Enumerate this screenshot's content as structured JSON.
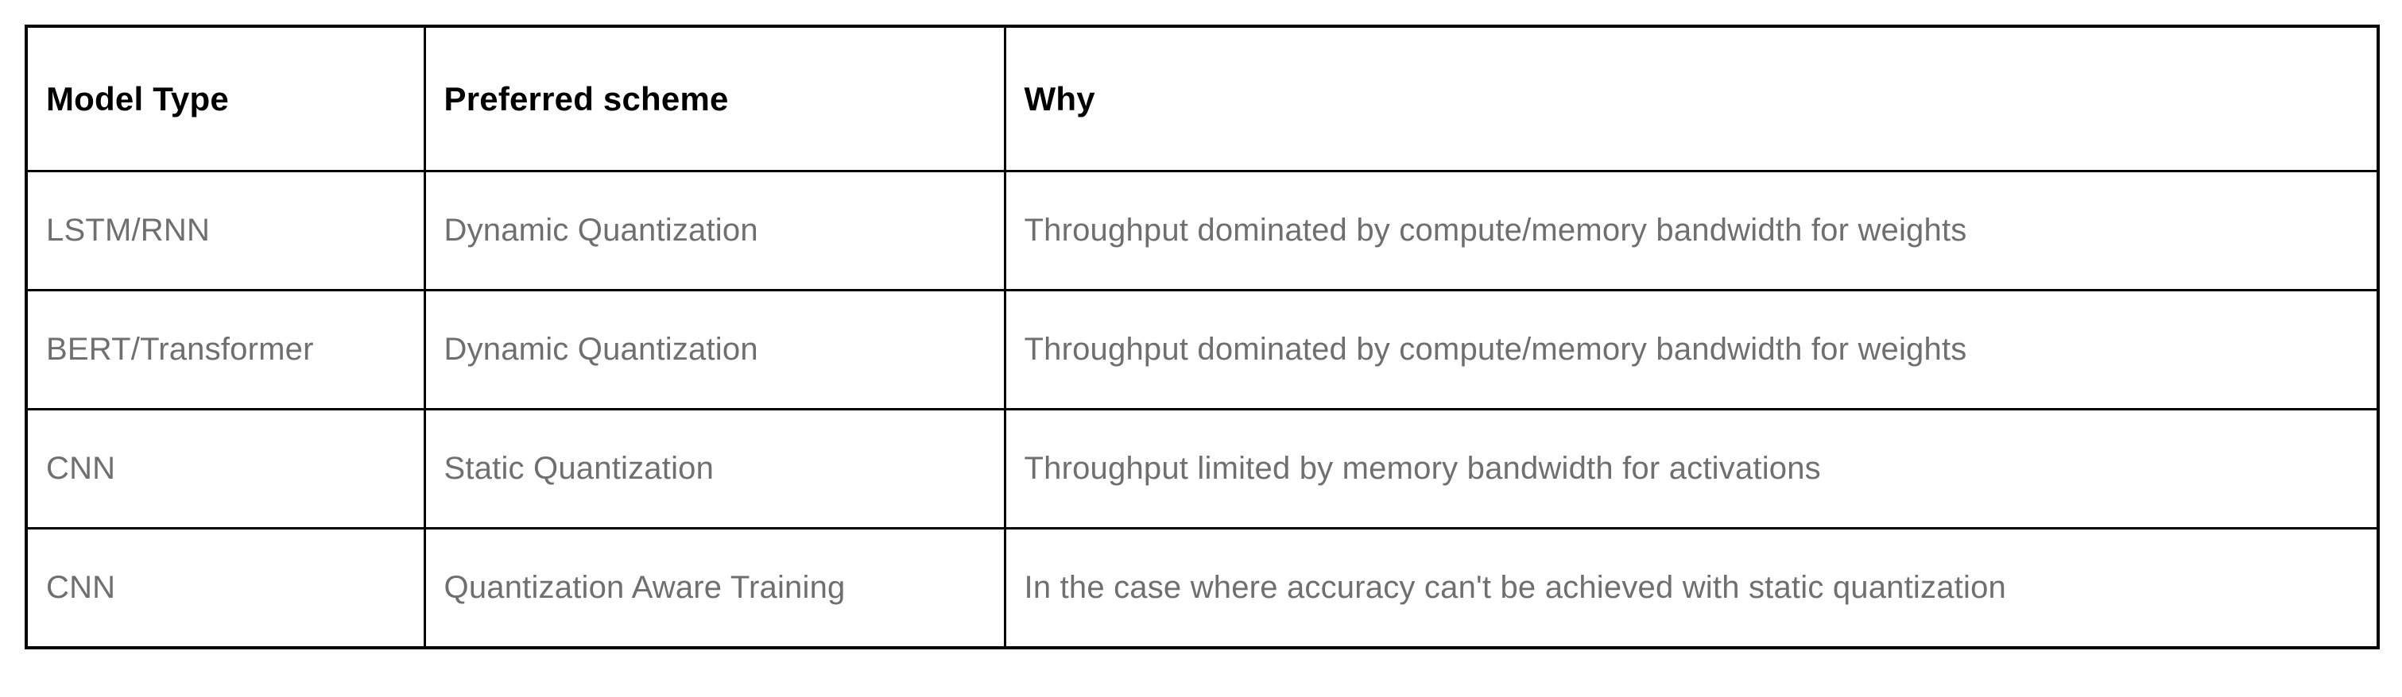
{
  "table": {
    "columns": [
      {
        "label": "Model Type"
      },
      {
        "label": "Preferred scheme"
      },
      {
        "label": "Why"
      }
    ],
    "rows": [
      {
        "model_type": "LSTM/RNN",
        "preferred_scheme": "Dynamic Quantization",
        "why": "Throughput dominated by compute/memory bandwidth for weights"
      },
      {
        "model_type": "BERT/Transformer",
        "preferred_scheme": "Dynamic Quantization",
        "why": "Throughput dominated by compute/memory bandwidth for weights"
      },
      {
        "model_type": "CNN",
        "preferred_scheme": "Static Quantization",
        "why": "Throughput limited by memory bandwidth for activations"
      },
      {
        "model_type": "CNN",
        "preferred_scheme": "Quantization Aware Training",
        "why": "In the case where accuracy can't be achieved with static quantization"
      }
    ],
    "colors": {
      "border": "#000000",
      "header_text": "#000000",
      "body_text": "#6f6f6f",
      "background": "#ffffff"
    }
  }
}
